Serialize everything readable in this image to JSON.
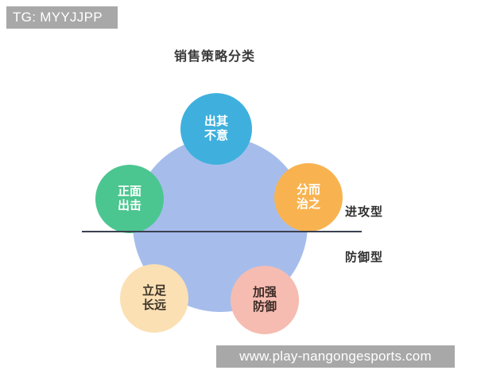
{
  "badge": {
    "text": "TG: MYYJJPP"
  },
  "chart_data": {
    "type": "diagram",
    "title": "销售策略分类",
    "layout": "central hub circle with five satellite circles; horizontal divider splits offensive (upper) from defensive (lower) strategies",
    "center": {
      "label": "",
      "color": "#a6bdec"
    },
    "nodes": [
      {
        "id": "surprise",
        "label": "出其不意",
        "line1": "出其",
        "line2": "不意",
        "color": "#3fb0dd",
        "text_color": "#ffffff",
        "group": "进攻型"
      },
      {
        "id": "frontal",
        "label": "正面出击",
        "line1": "正面",
        "line2": "出击",
        "color": "#4cc690",
        "text_color": "#ffffff",
        "group": "进攻型"
      },
      {
        "id": "divide",
        "label": "分而治之",
        "line1": "分而",
        "line2": "治之",
        "color": "#f8b350",
        "text_color": "#ffffff",
        "group": "进攻型"
      },
      {
        "id": "longterm",
        "label": "立足长远",
        "line1": "立足",
        "line2": "长远",
        "color": "#fbe0b4",
        "text_color": "#3b3226",
        "group": "防御型"
      },
      {
        "id": "defense",
        "label": "加强防御",
        "line1": "加强",
        "line2": "防御",
        "color": "#f6bcb1",
        "text_color": "#3b2a26",
        "group": "防御型"
      }
    ],
    "divider": {
      "above_label": "进攻型",
      "below_label": "防御型",
      "color": "#3a4150"
    },
    "legend_position": "right"
  },
  "watermark": {
    "text": "www.play-nangongesports.com"
  }
}
